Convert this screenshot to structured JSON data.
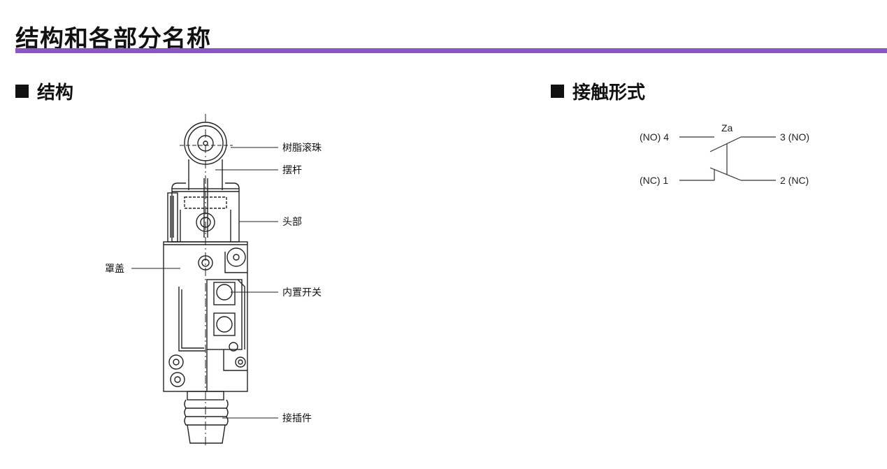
{
  "page": {
    "title": "结构和各部分名称",
    "accent_color": "#8a55c9"
  },
  "structure": {
    "heading": "结构",
    "labels": {
      "roller": "树脂滚珠",
      "lever": "摆杆",
      "head": "头部",
      "cover": "罩盖",
      "builtin_switch": "内置开关",
      "connector": "接插件"
    }
  },
  "contact": {
    "heading": "接触形式",
    "type": "Za",
    "no4": "(NO) 4",
    "no3": "3 (NO)",
    "nc1": "(NC) 1",
    "nc2": "2 (NC)"
  }
}
